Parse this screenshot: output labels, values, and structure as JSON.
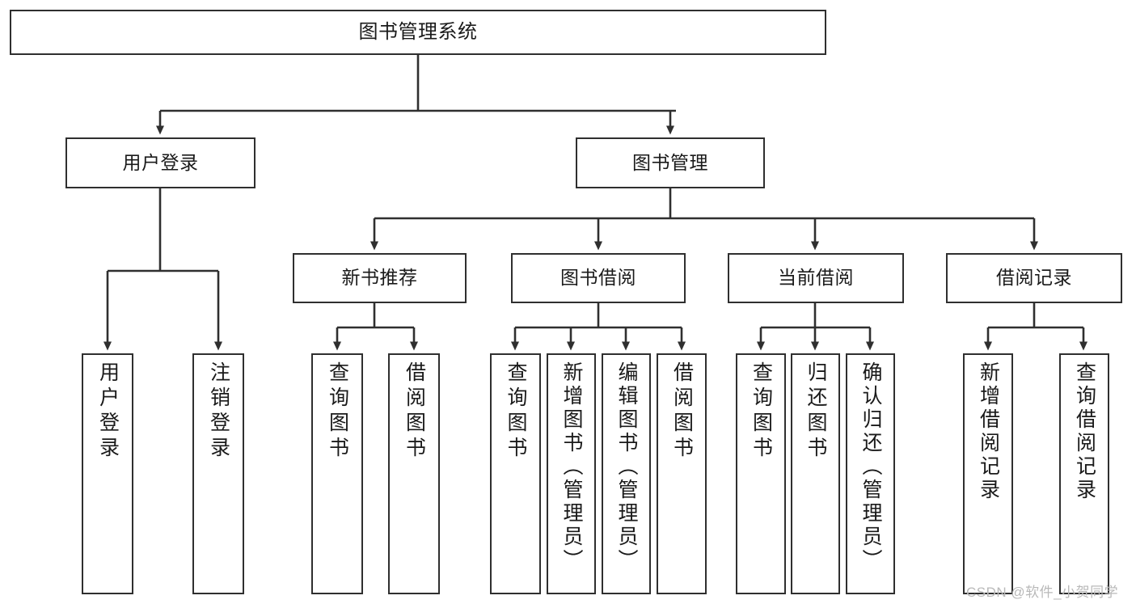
{
  "diagram": {
    "title": "图书管理系统",
    "type": "tree-hierarchy-chart",
    "watermark": "CSDN @软件_小贺同学",
    "colors": {
      "box_border": "#2f2f2f",
      "box_fill": "#ffffff",
      "connector": "#2f2f2f",
      "text": "#1a1a1a",
      "watermark": "#b9b9b9",
      "background": "#ffffff"
    },
    "levels": {
      "level1": {
        "label": "图书管理系统"
      },
      "level2": [
        {
          "id": "user-login",
          "label": "用户登录"
        },
        {
          "id": "book-manage",
          "label": "图书管理"
        }
      ],
      "level3": [
        {
          "id": "new-book-recommend",
          "label": "新书推荐",
          "parent": "book-manage"
        },
        {
          "id": "book-borrow",
          "label": "图书借阅",
          "parent": "book-manage"
        },
        {
          "id": "current-borrow",
          "label": "当前借阅",
          "parent": "book-manage"
        },
        {
          "id": "borrow-record",
          "label": "借阅记录",
          "parent": "book-manage"
        }
      ],
      "leaves": [
        {
          "id": "leaf-user-login",
          "label": "用户登录",
          "parent": "user-login"
        },
        {
          "id": "leaf-user-logout",
          "label": "注销登录",
          "parent": "user-login"
        },
        {
          "id": "leaf-query-book-1",
          "label": "查询图书",
          "parent": "new-book-recommend"
        },
        {
          "id": "leaf-borrow-book-1",
          "label": "借阅图书",
          "parent": "new-book-recommend"
        },
        {
          "id": "leaf-query-book-2",
          "label": "查询图书",
          "parent": "book-borrow"
        },
        {
          "id": "leaf-add-book",
          "label": "新增图书（管理员）",
          "parent": "book-borrow"
        },
        {
          "id": "leaf-edit-book",
          "label": "编辑图书（管理员）",
          "parent": "book-borrow"
        },
        {
          "id": "leaf-borrow-book-2",
          "label": "借阅图书",
          "parent": "book-borrow"
        },
        {
          "id": "leaf-query-book-3",
          "label": "查询图书",
          "parent": "current-borrow"
        },
        {
          "id": "leaf-return-book",
          "label": "归还图书",
          "parent": "current-borrow"
        },
        {
          "id": "leaf-confirm-return",
          "label": "确认归还（管理员）",
          "parent": "current-borrow"
        },
        {
          "id": "leaf-add-record",
          "label": "新增借阅记录",
          "parent": "borrow-record"
        },
        {
          "id": "leaf-query-record",
          "label": "查询借阅记录",
          "parent": "borrow-record"
        }
      ]
    }
  }
}
